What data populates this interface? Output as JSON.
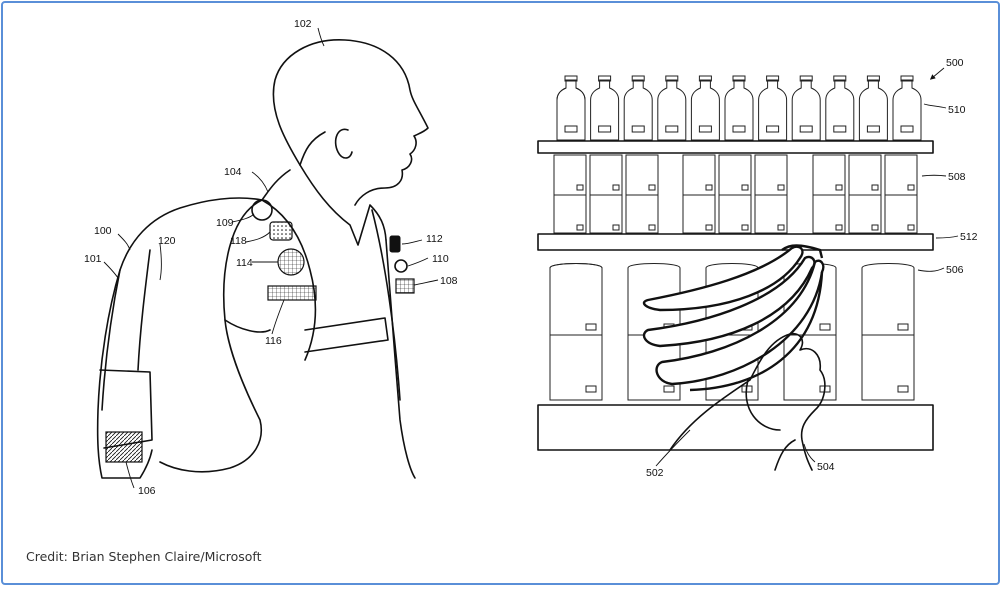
{
  "credit": "Credit: Brian Stephen Claire/Microsoft",
  "colors": {
    "frame": "#5a8fd8",
    "line": "#111111",
    "background": "#ffffff"
  },
  "left_figure": {
    "labels": [
      "102",
      "104",
      "100",
      "101",
      "120",
      "109",
      "118",
      "114",
      "116",
      "112",
      "110",
      "108",
      "106"
    ]
  },
  "right_figure": {
    "labels": [
      "500",
      "510",
      "508",
      "512",
      "506",
      "502",
      "504"
    ]
  }
}
